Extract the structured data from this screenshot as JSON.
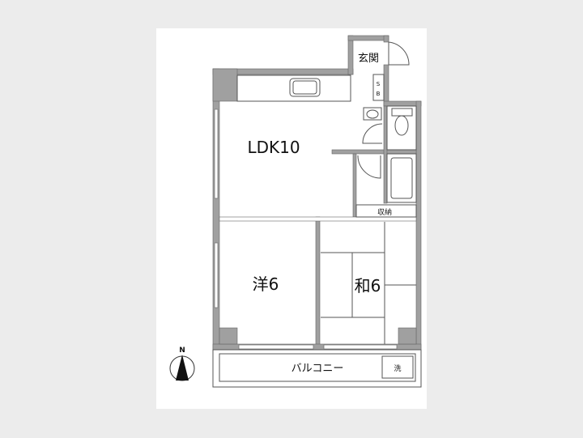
{
  "floor_plan": {
    "rooms": {
      "entrance": "玄関",
      "shoe_box_s": "S",
      "shoe_box_b": "B",
      "ldk": "LDK10",
      "storage": "収納",
      "western_room": "洋6",
      "japanese_room": "和6",
      "balcony": "バルコニー",
      "washer": "洗"
    },
    "compass": "N",
    "colors": {
      "wall": "#a0a0a0",
      "line": "#555555",
      "card": "#ffffff",
      "background": "#ececec"
    }
  }
}
